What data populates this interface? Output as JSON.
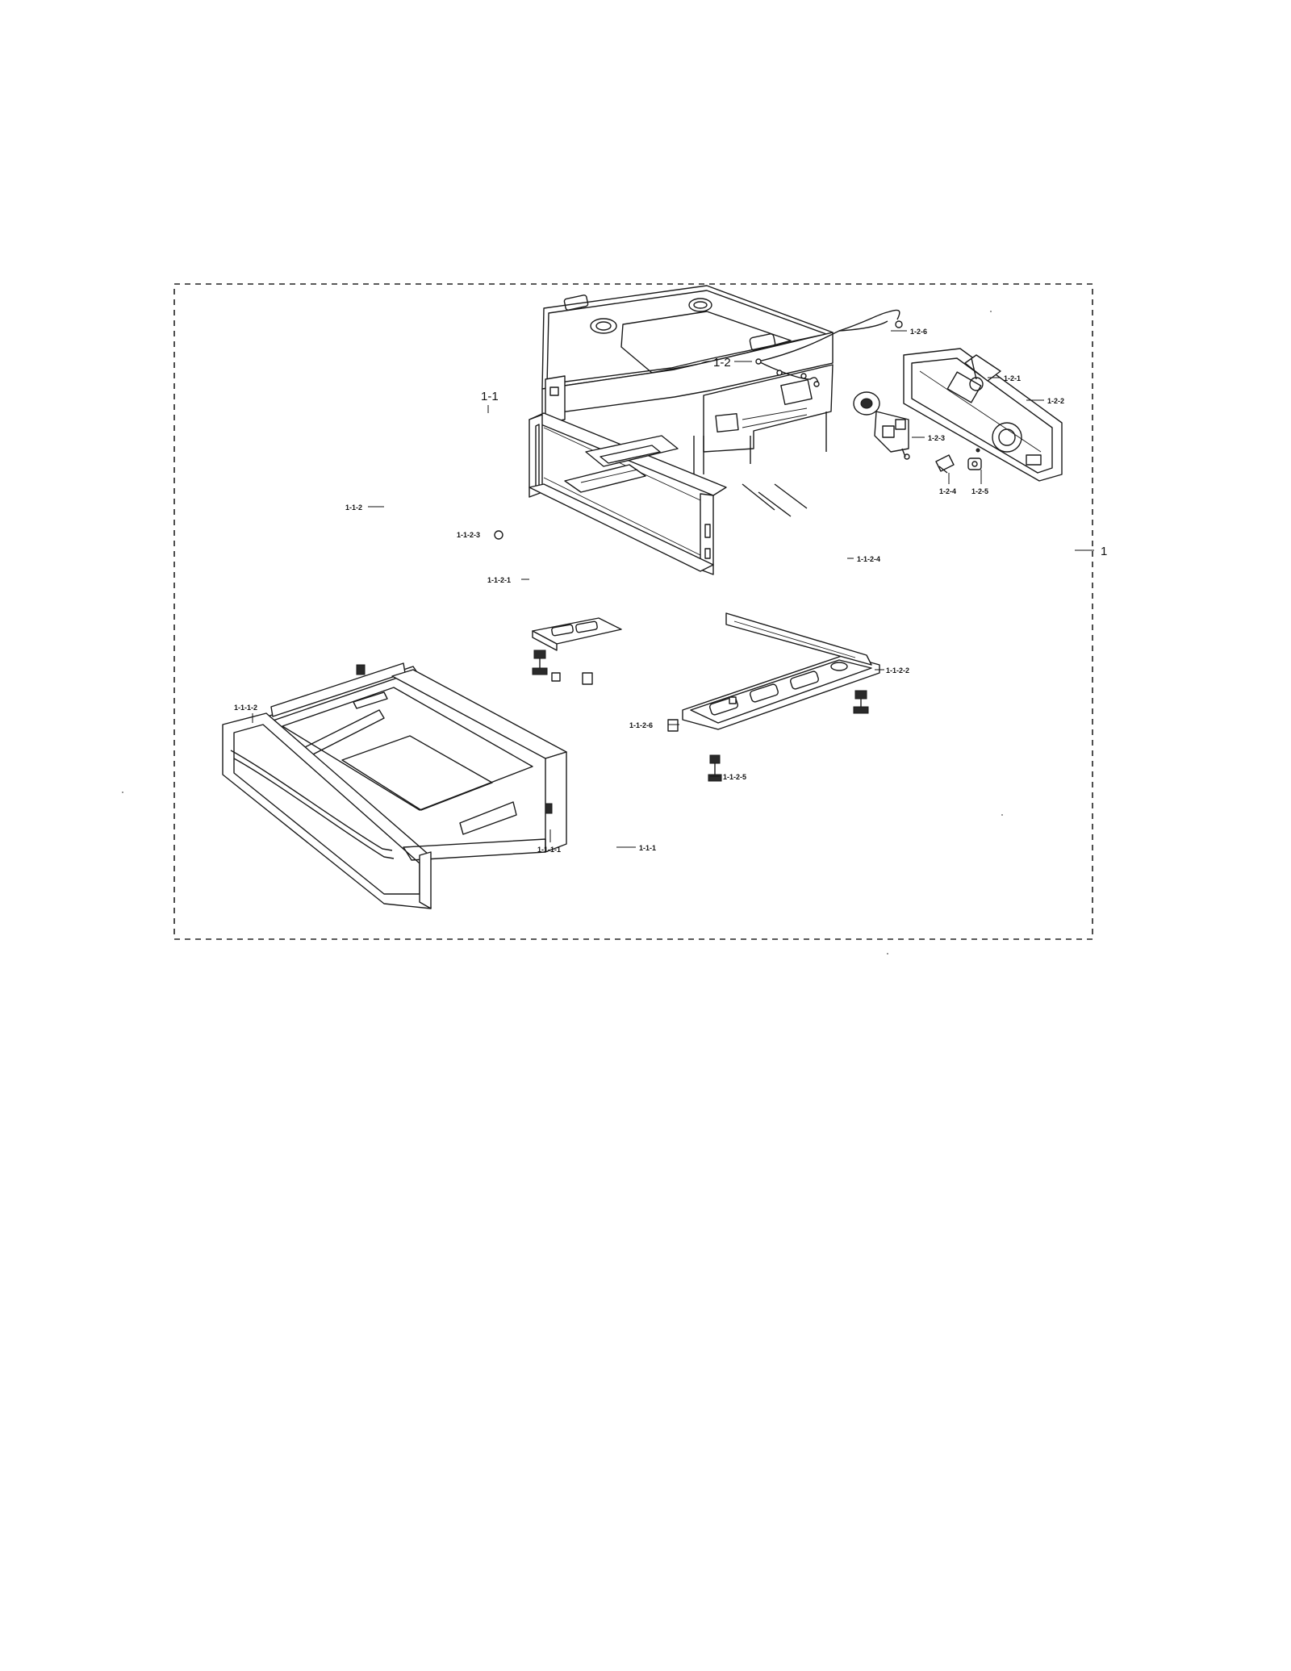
{
  "diagram": {
    "labels": {
      "l1": "1",
      "l1_1": "1-1",
      "l1_2": "1-2",
      "l1_1_1": "1-1-1",
      "l1_1_2": "1-1-2",
      "l1_1_1_1": "1-1-1-1",
      "l1_1_1_2": "1-1-1-2",
      "l1_1_2_1": "1-1-2-1",
      "l1_1_2_2": "1-1-2-2",
      "l1_1_2_3": "1-1-2-3",
      "l1_1_2_4": "1-1-2-4",
      "l1_1_2_5": "1-1-2-5",
      "l1_1_2_6": "1-1-2-6",
      "l1_2_1": "1-2-1",
      "l1_2_2": "1-2-2",
      "l1_2_3": "1-2-3",
      "l1_2_4": "1-2-4",
      "l1_2_5": "1-2-5",
      "l1_2_6": "1-2-6"
    }
  }
}
